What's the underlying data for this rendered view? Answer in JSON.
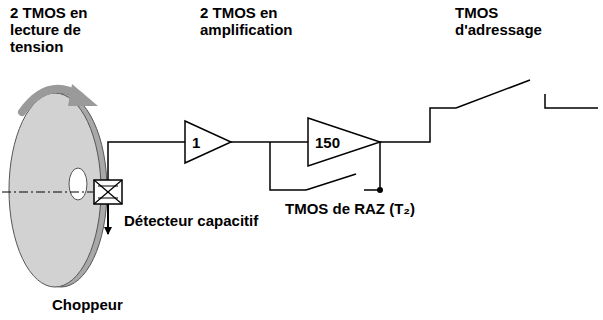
{
  "diagram": {
    "nodes": [
      {
        "text": [
          "1"
        ]
      },
      {
        "text": [
          "150"
        ]
      }
    ],
    "edges": [
      {
        "from": 0,
        "to": 1,
        "arrow": "none"
      }
    ],
    "labels": [
      "2 TMOS en lecture de tension",
      "2 TMOS en amplification",
      "TMOS d'adressage",
      "TMOS de RAZ (T₂)",
      "Détecteur capacitif",
      "Choppeur"
    ]
  }
}
